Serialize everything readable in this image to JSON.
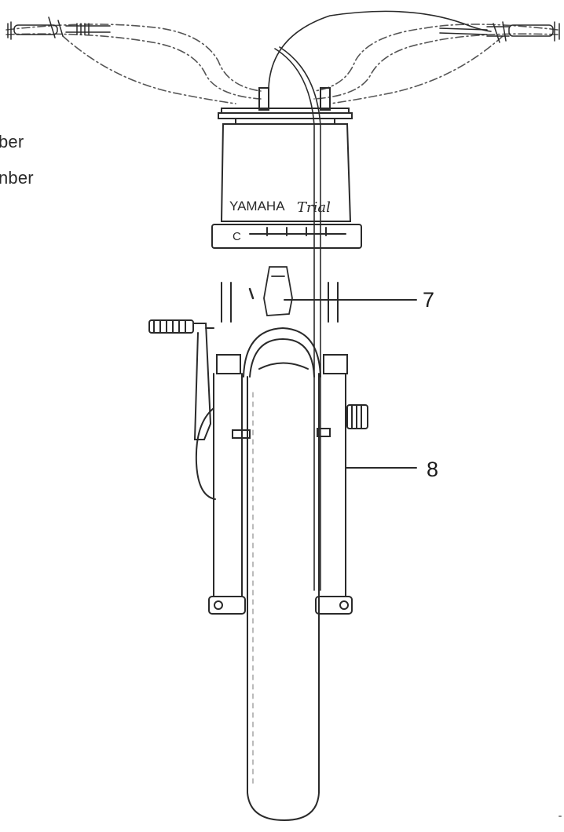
{
  "cut_off_text": [
    "ber",
    "nber"
  ],
  "tank_label": {
    "brand": "YAMAHA",
    "model": "Trial"
  },
  "panel_letter": "C",
  "callouts": [
    {
      "number": "7",
      "part": "headlight-mount"
    },
    {
      "number": "8",
      "part": "fork-leg"
    }
  ],
  "colors": {
    "ink": "#2a2a2a",
    "light_ink": "#7a7a7a",
    "paper": "#ffffff"
  }
}
